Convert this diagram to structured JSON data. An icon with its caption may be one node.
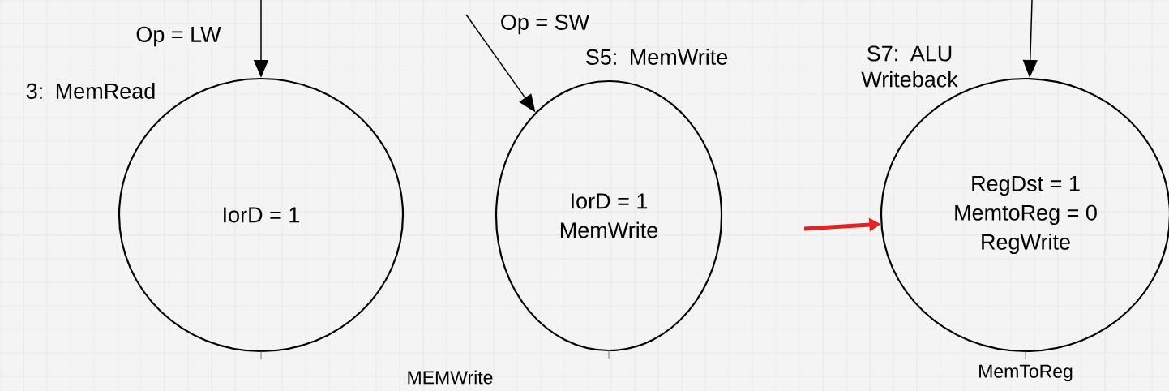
{
  "diagram": {
    "nodes": [
      {
        "text": [
          "IorD = 1"
        ],
        "beside": [
          "3: MemRead"
        ]
      },
      {
        "text": [
          "IorD = 1",
          "MemWrite"
        ],
        "beside": [
          "S5: MemWrite"
        ]
      },
      {
        "text": [
          "RegDst = 1",
          "MemtoReg = 0",
          "RegWrite"
        ],
        "beside": [
          "S7: ALU Writeback"
        ]
      }
    ],
    "edges": [
      {
        "from": null,
        "to": 0,
        "arrow": "to",
        "label": "Op = LW"
      },
      {
        "from": null,
        "to": 1,
        "arrow": "to",
        "label": "Op = SW"
      },
      {
        "from": null,
        "to": 2,
        "arrow": "to"
      },
      {
        "from": null,
        "to": 2,
        "arrow": "to",
        "style": "thick",
        "color": "#e52222"
      }
    ],
    "labels": [
      "MEMWrite",
      "MemToReg"
    ]
  }
}
